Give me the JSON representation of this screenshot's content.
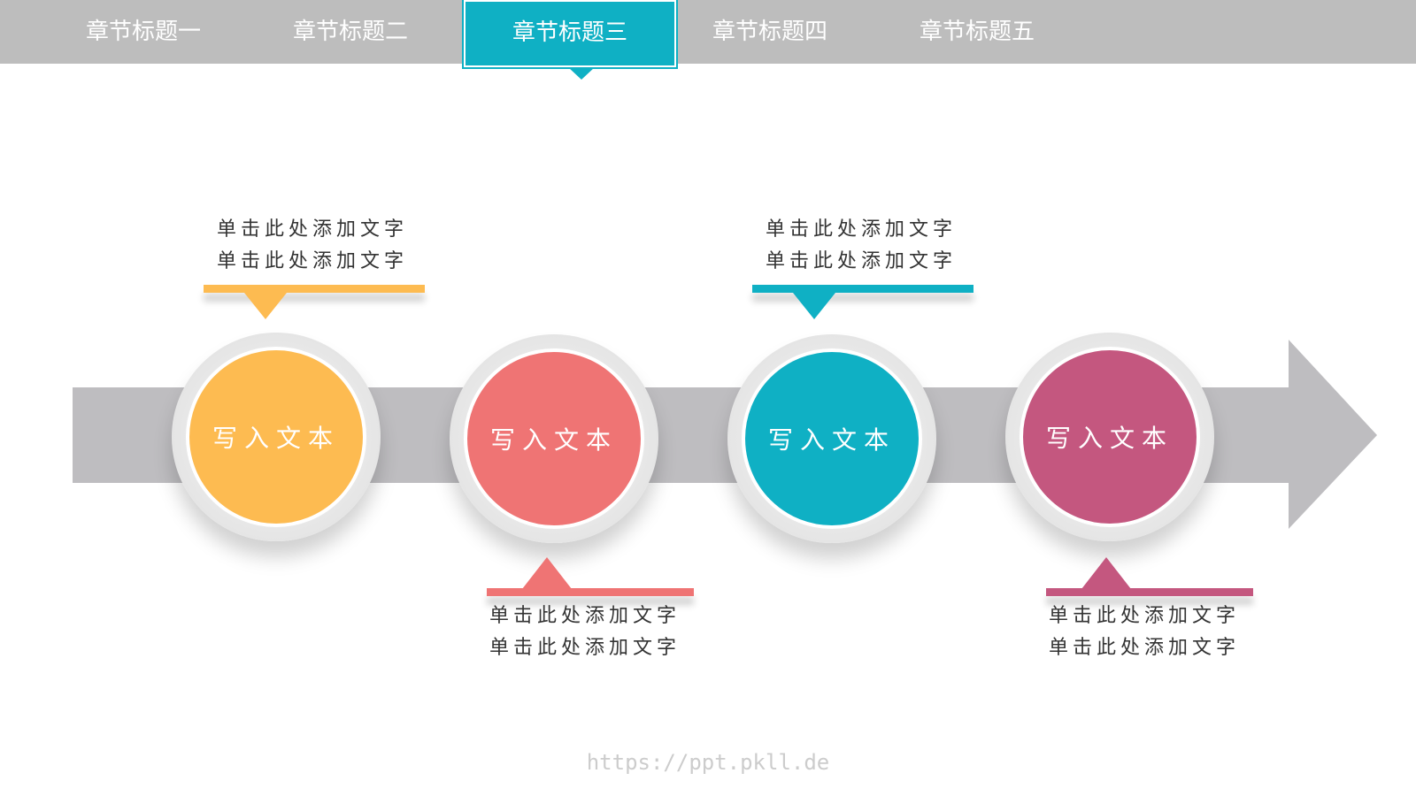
{
  "tabs": [
    {
      "label": "章节标题一",
      "active": false
    },
    {
      "label": "章节标题二",
      "active": false
    },
    {
      "label": "章节标题三",
      "active": true
    },
    {
      "label": "章节标题四",
      "active": false
    },
    {
      "label": "章节标题五",
      "active": false
    }
  ],
  "colors": {
    "topbar": "#bdbdbd",
    "active_tab": "#0fb0c4",
    "arrow": "#bebdc0",
    "yellow": "#fdbb51",
    "coral": "#ef7474",
    "teal": "#0fb0c4",
    "magenta": "#c4577f"
  },
  "nodes": [
    {
      "label": "写入文本",
      "color": "#fdbb51",
      "callout_line1": "单击此处添加文字",
      "callout_line2": "单击此处添加文字",
      "callout_position": "top"
    },
    {
      "label": "写入文本",
      "color": "#ef7474",
      "callout_line1": "单击此处添加文字",
      "callout_line2": "单击此处添加文字",
      "callout_position": "bottom"
    },
    {
      "label": "写入文本",
      "color": "#0fb0c4",
      "callout_line1": "单击此处添加文字",
      "callout_line2": "单击此处添加文字",
      "callout_position": "top"
    },
    {
      "label": "写入文本",
      "color": "#c4577f",
      "callout_line1": "单击此处添加文字",
      "callout_line2": "单击此处添加文字",
      "callout_position": "bottom"
    }
  ],
  "footer": {
    "watermark": "https://ppt.pkll.de"
  }
}
